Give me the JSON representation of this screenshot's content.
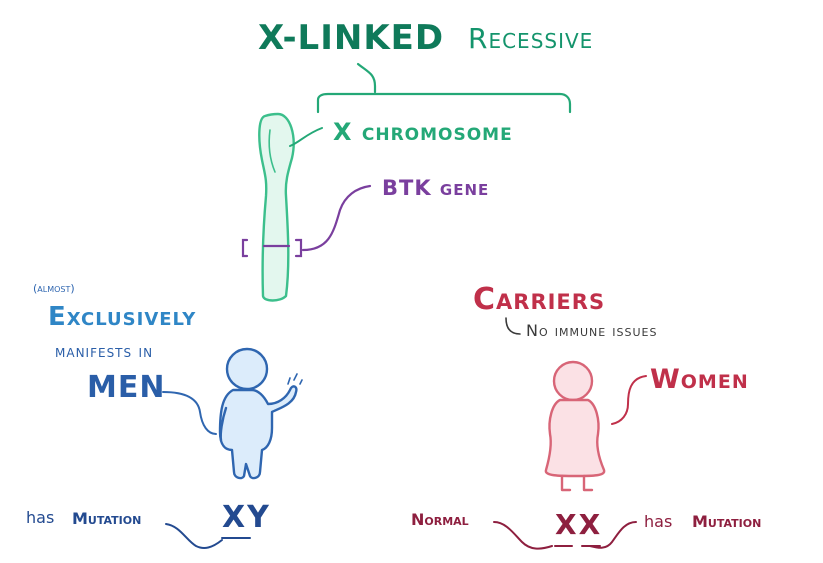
{
  "title": {
    "main": "X-LINKED",
    "sub": "Recessive"
  },
  "chromosome": {
    "label": "X chromosome",
    "gene_label": "BTK gene"
  },
  "men": {
    "qualifier": "(almost)",
    "line1": "Exclusively",
    "line2": "manifests in",
    "line3": "MEN",
    "genotype": "XY",
    "mutation_prefix": "has",
    "mutation_word": "Mutation"
  },
  "women": {
    "carriers": "Carriers",
    "note": "No immune issues",
    "label": "Women",
    "genotype": "XX",
    "normal": "Normal",
    "mutation_prefix": "has",
    "mutation_word": "Mutation"
  },
  "colors": {
    "title": "#0f7a5a",
    "chromosome": "#3cbf8c",
    "gene": "#7a3f9e",
    "men": "#2f66b0",
    "women": "#c0304a",
    "man_fill": "#dcecfb",
    "woman_fill": "#fbe1e5"
  }
}
